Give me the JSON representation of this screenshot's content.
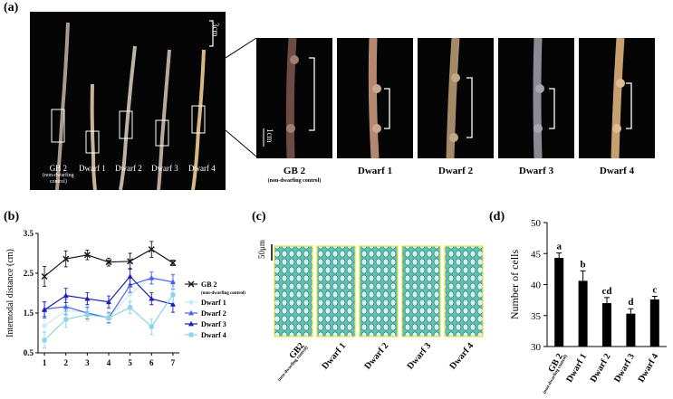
{
  "panel_labels": {
    "a": "(a)",
    "b": "(b)",
    "c": "(c)",
    "d": "(d)"
  },
  "panel_a": {
    "scale_main": "3cm",
    "scale_zoom": "1cm",
    "photo_captions": [
      {
        "name": "GB 2",
        "sub": "(non-dwarfing",
        "sub2": "control)"
      },
      {
        "name": "Dwarf 1"
      },
      {
        "name": "Dwarf 2"
      },
      {
        "name": "Dwarf 3"
      },
      {
        "name": "Dwarf 4"
      }
    ],
    "zoom_labels": [
      {
        "name": "GB 2",
        "sub": "(non-dwarfing control)"
      },
      {
        "name": "Dwarf 1"
      },
      {
        "name": "Dwarf 2"
      },
      {
        "name": "Dwarf 3"
      },
      {
        "name": "Dwarf 4"
      }
    ]
  },
  "panel_c": {
    "scale": "50μm",
    "labels": [
      "GB2",
      "Dwarf 1",
      "Dwarf 2",
      "Dwarf 3",
      "Dwarf 4"
    ],
    "sub": "(non-dwarfing control)"
  },
  "chart_data": [
    {
      "type": "line",
      "panel": "b",
      "ylabel": "Internodal distance (cm)",
      "xlabel": "",
      "x": [
        1,
        2,
        3,
        4,
        5,
        6,
        7
      ],
      "xlim": [
        0.7,
        7.3
      ],
      "ylim": [
        0.5,
        3.5
      ],
      "yticks": [
        "0.5",
        "1.5",
        "2.5",
        "3.5"
      ],
      "series": [
        {
          "name": "GB 2",
          "sub": "(non-dwarfing control)",
          "color": "#1a1a1a",
          "marker": "x",
          "values": [
            2.42,
            2.86,
            2.96,
            2.78,
            2.8,
            3.1,
            2.76
          ],
          "errors": [
            0.25,
            0.2,
            0.12,
            0.1,
            0.2,
            0.2,
            0.07
          ]
        },
        {
          "name": "Dwarf 1",
          "color": "#c6ecf7",
          "marker": "circle",
          "values": [
            1.18,
            1.56,
            1.52,
            1.38,
            1.98,
            2.38,
            2.28
          ],
          "errors": [
            0.15,
            0.2,
            0.15,
            0.12,
            0.2,
            0.15,
            0.2
          ]
        },
        {
          "name": "Dwarf 2",
          "color": "#4a63e8",
          "marker": "triangle",
          "values": [
            1.6,
            1.66,
            1.5,
            1.38,
            2.2,
            2.38,
            2.28
          ],
          "errors": [
            0.18,
            0.2,
            0.15,
            0.12,
            0.18,
            0.15,
            0.18
          ]
        },
        {
          "name": "Dwarf 3",
          "color": "#1a1fb4",
          "marker": "triangle",
          "values": [
            1.58,
            1.94,
            1.86,
            1.78,
            2.42,
            1.86,
            1.72
          ],
          "errors": [
            0.2,
            0.18,
            0.15,
            0.15,
            0.2,
            0.15,
            0.2
          ]
        },
        {
          "name": "Dwarf 4",
          "color": "#8cd4ec",
          "marker": "square",
          "values": [
            0.82,
            1.34,
            1.46,
            1.38,
            1.64,
            1.16,
            1.96
          ],
          "errors": [
            0.2,
            0.2,
            0.15,
            0.15,
            0.15,
            0.2,
            0.2
          ]
        }
      ]
    },
    {
      "type": "bar",
      "panel": "d",
      "ylabel": "Number of cells",
      "categories": [
        "GB 2",
        "Dwarf 1",
        "Dwarf 2",
        "Dwarf 3",
        "Dwarf 4"
      ],
      "category_sub": "(non-dwarfing control)",
      "values": [
        44.3,
        40.6,
        37.0,
        35.3,
        37.6
      ],
      "errors": [
        0.8,
        1.6,
        0.9,
        0.8,
        0.5
      ],
      "letters": [
        "a",
        "b",
        "cd",
        "d",
        "c"
      ],
      "ylim": [
        30,
        50
      ],
      "yticks": [
        "30",
        "35",
        "40",
        "45",
        "50"
      ],
      "bar_color": "#000000"
    }
  ]
}
